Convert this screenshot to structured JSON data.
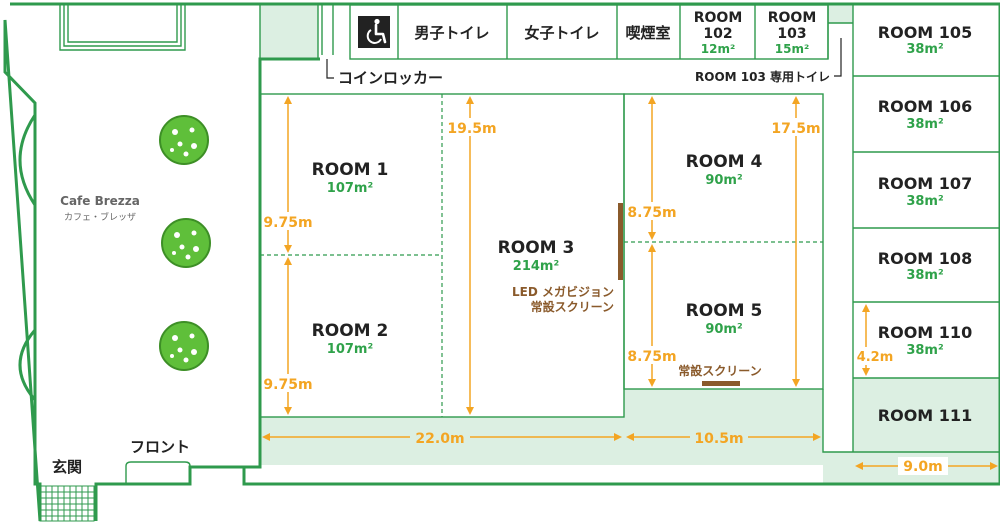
{
  "colors": {
    "wall": "#2f9a4d",
    "fill_light": "#dcefe2",
    "dimension": "#f3a523",
    "area": "#2fa24a",
    "screen": "#8a5a2b",
    "text": "#222222"
  },
  "rooms": {
    "room1": {
      "name": "ROOM 1",
      "area": "107m²"
    },
    "room2": {
      "name": "ROOM 2",
      "area": "107m²"
    },
    "room3": {
      "name": "ROOM 3",
      "area": "214m²"
    },
    "room4": {
      "name": "ROOM 4",
      "area": "90m²"
    },
    "room5": {
      "name": "ROOM 5",
      "area": "90m²"
    },
    "room102": {
      "name1": "ROOM",
      "name2": "102",
      "area": "12m²"
    },
    "room103": {
      "name1": "ROOM",
      "name2": "103",
      "area": "15m²"
    },
    "room105": {
      "name": "ROOM 105",
      "area": "38m²"
    },
    "room106": {
      "name": "ROOM 106",
      "area": "38m²"
    },
    "room107": {
      "name": "ROOM 107",
      "area": "38m²"
    },
    "room108": {
      "name": "ROOM 108",
      "area": "38m²"
    },
    "room110": {
      "name": "ROOM 110",
      "area": "38m²"
    },
    "room111": {
      "name": "ROOM 111"
    }
  },
  "facilities": {
    "mens_toilet": "男子トイレ",
    "womens_toilet": "女子トイレ",
    "smoking_room": "喫煙室",
    "coin_locker": "コインロッカー",
    "room103_toilet": "ROOM 103 専用トイレ",
    "cafe_name": "Cafe Brezza",
    "cafe_kana": "カフェ・ブレッザ",
    "front_desk": "フロント",
    "entrance": "玄関",
    "accessible_icon": "wheelchair-icon"
  },
  "screens": {
    "led_line1": "LED メガビジョン",
    "led_line2": "常設スクリーン",
    "room5_screen": "常設スクリーン"
  },
  "dimensions": {
    "room1_depth": "9.75m",
    "room2_depth": "9.75m",
    "room3_depth": "19.5m",
    "room4_depth": "8.75m",
    "room5_depth": "8.75m",
    "room45_depth": "17.5m",
    "width_room123": "22.0m",
    "width_room45": "10.5m",
    "width_room111": "9.0m",
    "room110_depth": "4.2m"
  }
}
